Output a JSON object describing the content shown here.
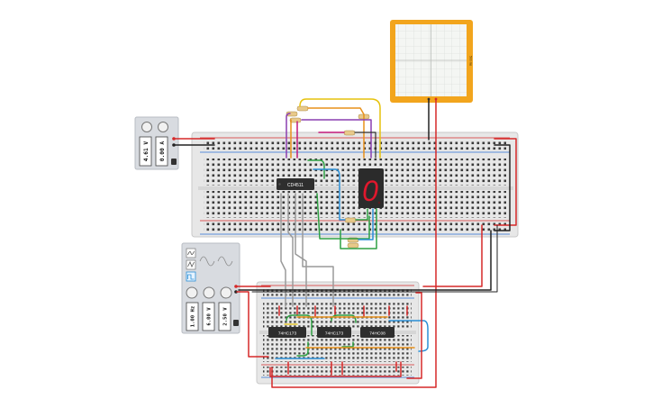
{
  "power_supply": {
    "voltage_readout": "4.61 V",
    "current_readout": "0.00 A"
  },
  "function_generator": {
    "frequency_readout": "1.00 Hz",
    "amplitude_readout": "6.00 V",
    "offset_readout": "2.50 V"
  },
  "oscilloscope": {
    "side_label": "500 ms"
  },
  "chips": {
    "decoder": "CD4511",
    "counter_a": "74HC173",
    "counter_b": "74HC173",
    "gate": "74HC08"
  },
  "seven_segment": {
    "digit": "0",
    "segment_color": "#e0182d"
  },
  "colors": {
    "wire_red": "#d62828",
    "wire_black": "#222222",
    "wire_green": "#2ea043",
    "wire_blue": "#2b8fd6",
    "wire_orange": "#e8901a",
    "wire_yellow": "#e6c20c",
    "wire_purple": "#8a3fb0",
    "wire_magenta": "#c2187a",
    "wire_gray": "#9a9a9a",
    "scope_frame": "#f2a51d"
  }
}
